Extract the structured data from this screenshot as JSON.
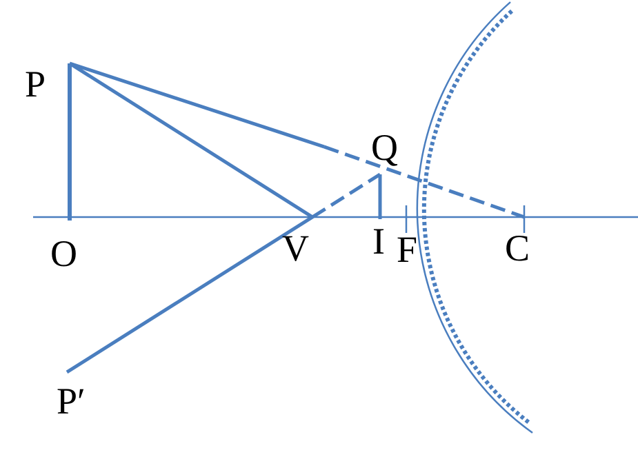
{
  "colors": {
    "stroke": "#4a7ebf",
    "label": "#000000",
    "background": "#ffffff"
  },
  "labels": {
    "P": "P",
    "O": "O",
    "V": "V",
    "Q": "Q",
    "I": "I",
    "F": "F",
    "C": "C",
    "P_prime": "P′"
  }
}
